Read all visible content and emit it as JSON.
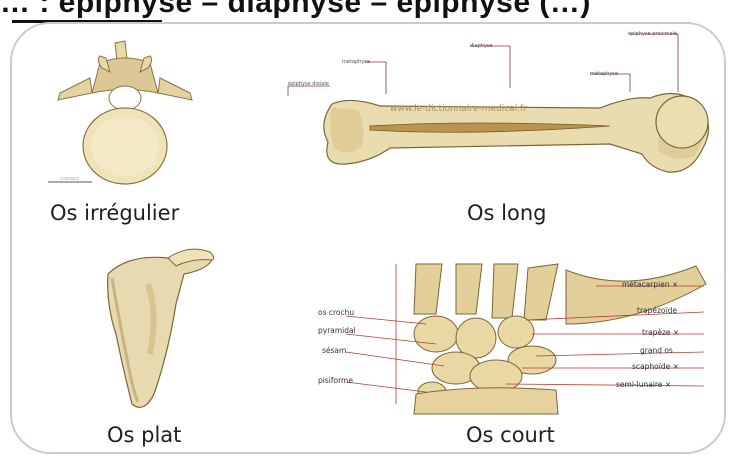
{
  "header": {
    "title_fragment": "… : épiphyse – diaphyse – épiphyse (…)"
  },
  "panels": {
    "irregular": {
      "caption": "Os irrégulier",
      "scale_label": "▭▭▭▭"
    },
    "long": {
      "caption": "Os long",
      "labels": [
        "épiphyse distale",
        "métaphyse",
        "diaphyse",
        "métaphyse",
        "épiphyse proximale"
      ],
      "watermark": "www.le-dictionnaire-medical.fr"
    },
    "flat": {
      "caption": "Os plat"
    },
    "short": {
      "caption": "Os court",
      "labels_left": [
        "os crochu",
        "pyramidal",
        "sésam",
        "pisiforme"
      ],
      "labels_right": [
        "métacarpien ×",
        "trapézoïde",
        "trapèze ×",
        "grand os",
        "scaphoïde ×",
        "semi-lunaire ×"
      ]
    }
  },
  "colors": {
    "bone": "#e6d7a8",
    "bone_shadow": "#b99f62",
    "outline": "#6b5a35",
    "leader_red": "#c0392b",
    "card_border": "#c7cbd6"
  }
}
